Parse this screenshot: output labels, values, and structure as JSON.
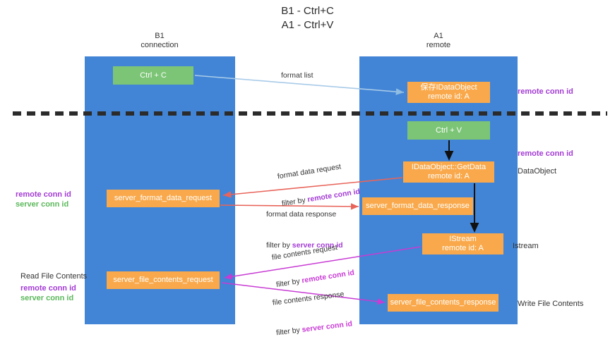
{
  "title": "B1 - Ctrl+C\nA1 - Ctrl+V",
  "columns": {
    "left": {
      "head": "B1\nconnection"
    },
    "right": {
      "head": "A1\nremote"
    }
  },
  "nodes": {
    "ctrl_c": "Ctrl + C",
    "idataobject": "保存IDataObject\nremote id: A",
    "ctrl_v": "Ctrl + V",
    "getdata": "IDataObject::GetData\nremote id: A",
    "server_format_data_request": "server_format_data_request",
    "server_format_data_response": "server_format_data_response",
    "istream": "IStream\nremote id: A",
    "server_file_contents_request": "server_file_contents_request",
    "server_file_contents_response": "server_file_contents_response"
  },
  "edges": {
    "format_list": "format list",
    "format_data_request": "format data request",
    "format_data_request_filter_prefix": "filter by ",
    "format_data_request_filter_key": "remote conn id",
    "format_data_response": "format data response",
    "format_data_response_filter_prefix": "filter by ",
    "format_data_response_filter_key": "server conn id",
    "file_contents_request": "file contents request",
    "file_contents_request_filter_prefix": "filter by ",
    "file_contents_request_filter_key": "remote conn id",
    "file_contents_response": "file contents response",
    "file_contents_response_filter_prefix": "filter by ",
    "file_contents_response_filter_key": "server conn id"
  },
  "annotations": {
    "remote_conn_id_top": "remote conn id",
    "remote_conn_id_mid": "remote conn id",
    "dataobject": "DataObject",
    "istream": "Istream",
    "write_file_contents": "Write File Contents",
    "left_remote_conn_id_mid": "remote conn id",
    "left_server_conn_id_mid": "server conn id",
    "read_file_contents": "Read File Contents",
    "left_remote_conn_id_bottom": "remote conn id",
    "left_server_conn_id_bottom": "server conn id"
  },
  "colors": {
    "column": "#4285d6",
    "node_orange": "#f9a94b",
    "node_green": "#7cc576",
    "purple": "#a33bd4",
    "green_text": "#5cb85c",
    "magenta": "#c83bd4",
    "red_arrow": "#e8645a",
    "light_blue_arrow": "#a8cbe8",
    "divider": "#2b2b2b"
  }
}
